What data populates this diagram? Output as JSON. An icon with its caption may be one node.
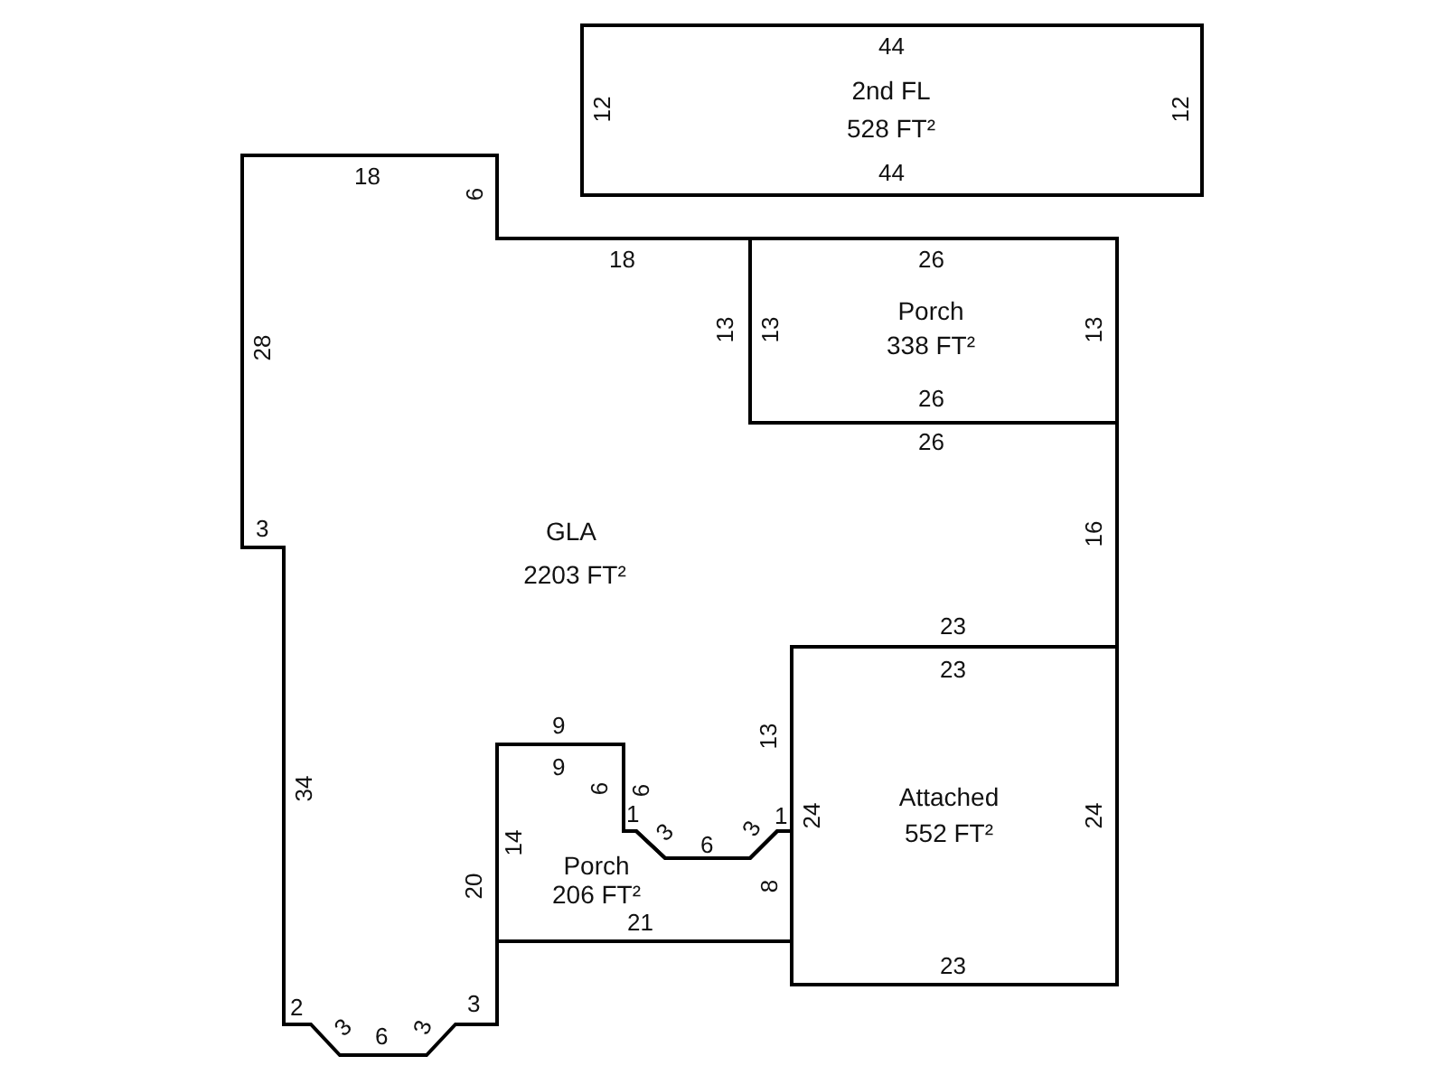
{
  "diagram": {
    "nodes": [
      {
        "text": [
          "2nd FL",
          "528 FT²"
        ]
      },
      {
        "text": [
          "GLA",
          "2203 FT²"
        ]
      },
      {
        "text": [
          "Porch",
          "338 FT²"
        ]
      },
      {
        "text": [
          "Attached",
          "552 FT²"
        ]
      },
      {
        "text": [
          "Porch",
          "206 FT²"
        ]
      }
    ],
    "edges": [],
    "labels": [
      "44",
      "12",
      "12",
      "18",
      "44",
      "6",
      "18",
      "26",
      "13",
      "13",
      "13",
      "28",
      "26",
      "26",
      "3",
      "16",
      "23",
      "23",
      "9",
      "13",
      "9",
      "34",
      "6",
      "6",
      "1",
      "24",
      "24",
      "1",
      "3",
      "6",
      "3",
      "14",
      "20",
      "8",
      "21",
      "23",
      "2",
      "3",
      "6",
      "3",
      "3"
    ]
  }
}
